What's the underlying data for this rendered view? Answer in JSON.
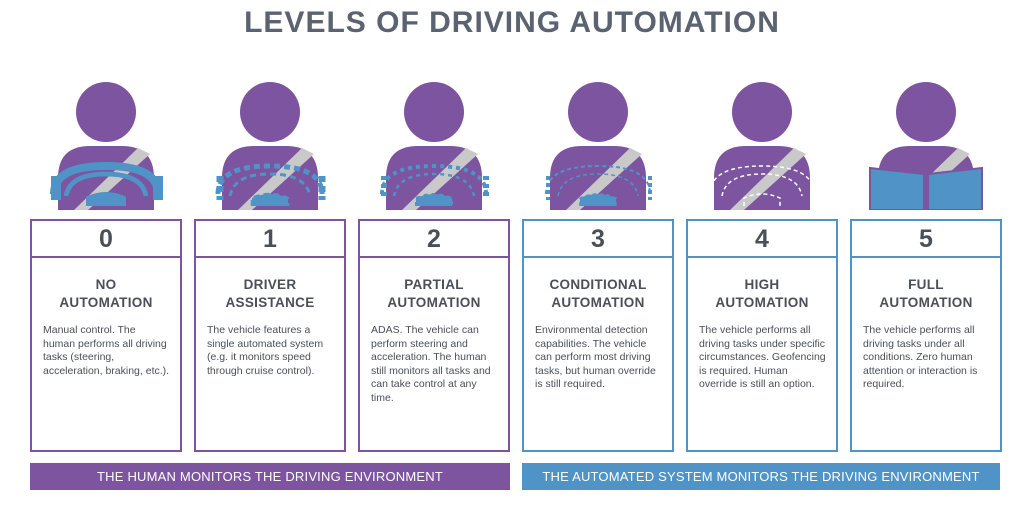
{
  "title": "LEVELS OF DRIVING AUTOMATION",
  "levels": [
    {
      "number": "0",
      "name_line1": "NO",
      "name_line2": "AUTOMATION",
      "description": "Manual control. The human performs all driving tasks (steering, acceleration, braking, etc.).",
      "group": "human",
      "icon": "driver-steering-wheel-icon"
    },
    {
      "number": "1",
      "name_line1": "DRIVER",
      "name_line2": "ASSISTANCE",
      "description": "The vehicle features a single automated system (e.g. it monitors speed through cruise control).",
      "group": "human",
      "icon": "driver-steering-wheel-icon"
    },
    {
      "number": "2",
      "name_line1": "PARTIAL",
      "name_line2": "AUTOMATION",
      "description": "ADAS. The vehicle can perform steering and acceleration. The human still monitors all tasks and can take control at any time.",
      "group": "human",
      "icon": "driver-steering-wheel-icon"
    },
    {
      "number": "3",
      "name_line1": "CONDITIONAL",
      "name_line2": "AUTOMATION",
      "description": "Environmental detection capabilities. The vehicle can perform most driving tasks, but human override is still required.",
      "group": "system",
      "icon": "driver-steering-wheel-icon"
    },
    {
      "number": "4",
      "name_line1": "HIGH",
      "name_line2": "AUTOMATION",
      "description": "The vehicle performs all driving tasks under specific circumstances. Geofencing is required. Human override is still an option.",
      "group": "system",
      "icon": "driver-steering-wheel-icon"
    },
    {
      "number": "5",
      "name_line1": "FULL",
      "name_line2": "AUTOMATION",
      "description": "The vehicle performs all driving tasks under all conditions. Zero human attention or interaction is required.",
      "group": "system",
      "icon": "driver-reading-book-icon"
    }
  ],
  "footer": {
    "human": "THE HUMAN MONITORS THE DRIVING ENVIRONMENT",
    "system": "THE AUTOMATED SYSTEM MONITORS THE DRIVING ENVIRONMENT"
  },
  "colors": {
    "purple": "#7d54a0",
    "blue": "#4f93c7",
    "belt": "#c9c9c9",
    "text": "#4a4f58",
    "title": "#5b6270"
  }
}
